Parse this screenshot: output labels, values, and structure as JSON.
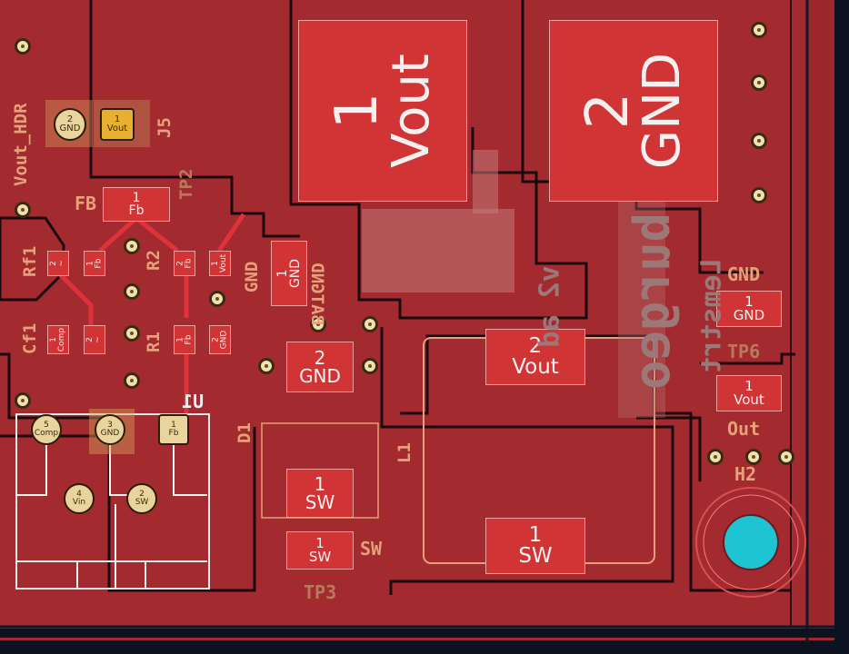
{
  "colors": {
    "board": "#a32a2f",
    "copper_fill": "#b3353a",
    "pad": "#d03434",
    "silkscreen": "#e6a07a",
    "background": "#0d1220",
    "mounting_hole": "#1fc4d2"
  },
  "pads": {
    "vout_big": {
      "num": "1",
      "net": "Vout"
    },
    "gnd_big": {
      "num": "2",
      "net": "GND"
    },
    "fb": {
      "num": "1",
      "net": "Fb"
    },
    "rf1_a": {
      "num": "2",
      "net": "~"
    },
    "rf1_b": {
      "num": "1",
      "net": "Fb"
    },
    "r2_a": {
      "num": "2",
      "net": "Fb"
    },
    "r2_b": {
      "num": "1",
      "net": "Vout"
    },
    "cf1_a": {
      "num": "1",
      "net": "Comp"
    },
    "cf1_b": {
      "num": "2",
      "net": "~"
    },
    "r1_a": {
      "num": "1",
      "net": "Fb"
    },
    "r1_b": {
      "num": "2",
      "net": "GND"
    },
    "bat_gnd": {
      "num": "1",
      "net": "GND"
    },
    "d1_gnd": {
      "num": "2",
      "net": "GND"
    },
    "d1_sw": {
      "num": "1",
      "net": "SW"
    },
    "tp3_sw": {
      "num": "1",
      "net": "SW"
    },
    "l1_vout": {
      "num": "2",
      "net": "Vout"
    },
    "l1_sw": {
      "num": "1",
      "net": "SW"
    },
    "gnd_tp": {
      "num": "1",
      "net": "GND"
    },
    "vout_tp": {
      "num": "1",
      "net": "Vout"
    }
  },
  "header_j5": {
    "pin2": {
      "num": "2",
      "net": "GND"
    },
    "pin1": {
      "num": "1",
      "net": "Vout"
    }
  },
  "u1_pins": [
    {
      "num": "5",
      "net": "Comp"
    },
    {
      "num": "3",
      "net": "GND"
    },
    {
      "num": "1",
      "net": "Fb"
    },
    {
      "num": "4",
      "net": "Vin"
    },
    {
      "num": "2",
      "net": "SW"
    }
  ],
  "labels": {
    "vout_hdr": "Vout_HDR",
    "j5": "J5",
    "tp2": "TP2",
    "fb": "FB",
    "rf1": "Rf1",
    "r2": "R2",
    "cf1": "Cf1",
    "r1": "R1",
    "u1": "U1",
    "d1": "D1",
    "gnd_v": "GND",
    "bat": "BATGND",
    "sw": "SW",
    "tp3": "TP3",
    "l1": "L1",
    "gnd_r": "GND",
    "tp6": "TP6",
    "out": "Out",
    "h2": "H2"
  },
  "back_silk": {
    "a": "burgeo",
    "b": "v2 ad",
    "c": "Lemstrt"
  }
}
